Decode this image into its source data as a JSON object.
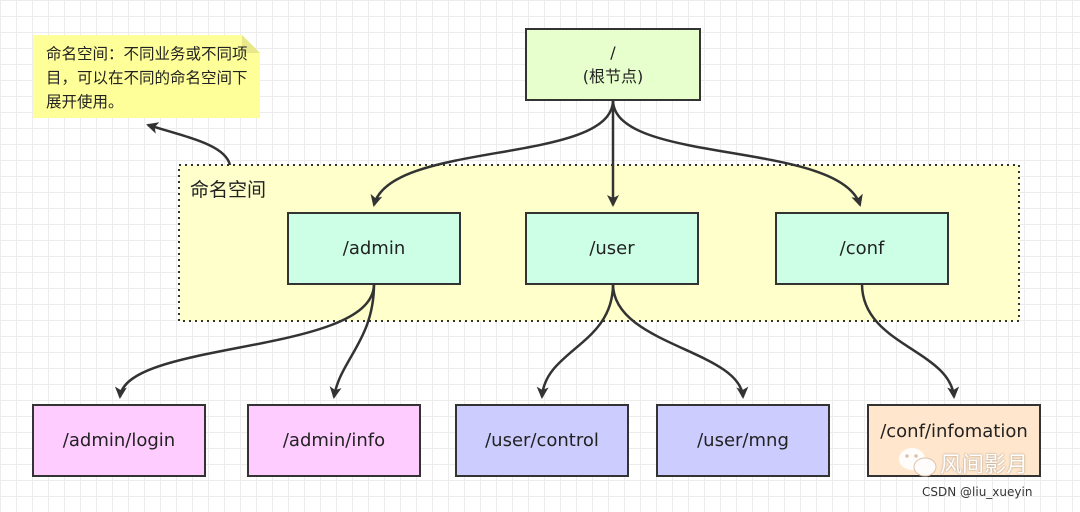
{
  "diagram": {
    "root": {
      "line1": "/",
      "line2": "(根节点)"
    },
    "note": {
      "text": "命名空间：不同业务或不同项目，可以在不同的命名空间下展开使用。"
    },
    "namespace_label": "命名空间",
    "level1": [
      {
        "label": "/admin"
      },
      {
        "label": "/user"
      },
      {
        "label": "/conf"
      }
    ],
    "level2": [
      {
        "label": "/admin/login"
      },
      {
        "label": "/admin/info"
      },
      {
        "label": "/user/control"
      },
      {
        "label": "/user/mng"
      },
      {
        "label": "/conf/infomation"
      }
    ]
  },
  "watermark": {
    "brand": "风间影月",
    "credit": "CSDN @liu_xueyin"
  },
  "colors": {
    "root_fill": "#e6ffcc",
    "level1_fill": "#ccffe6",
    "admin_children_fill": "#ffccff",
    "user_children_fill": "#ccccff",
    "conf_child_fill": "#ffe6cc",
    "namespace_fill": "#ffffcc",
    "note_fill": "#ffff99",
    "line": "#333333"
  }
}
